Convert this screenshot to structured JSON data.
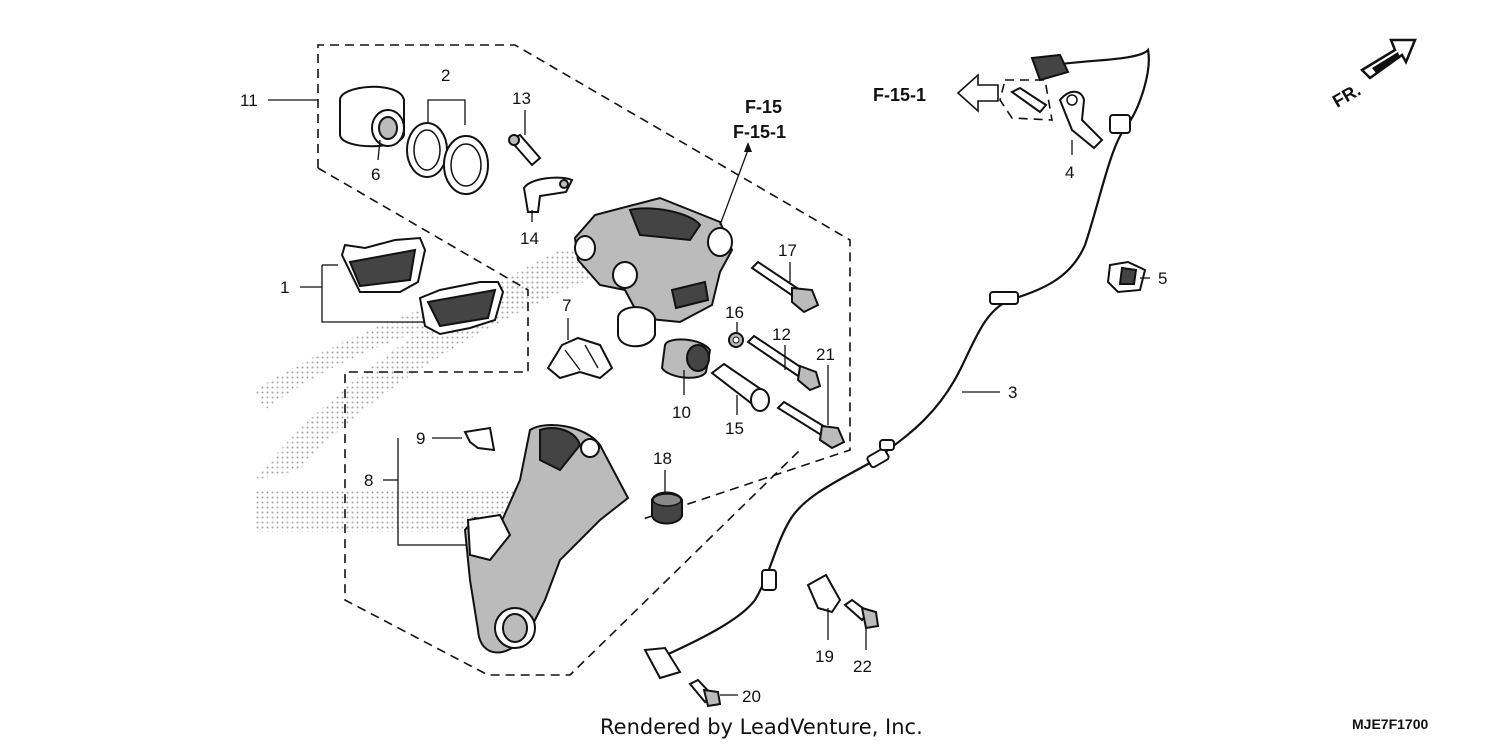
{
  "diagram": {
    "callouts": {
      "c1": "1",
      "c2": "2",
      "c3": "3",
      "c4": "4",
      "c5": "5",
      "c6": "6",
      "c7": "7",
      "c8": "8",
      "c9": "9",
      "c10": "10",
      "c11": "11",
      "c12": "12",
      "c13": "13",
      "c14": "14",
      "c15": "15",
      "c16": "16",
      "c17": "17",
      "c18": "18",
      "c19": "19",
      "c20": "20",
      "c21": "21",
      "c22": "22"
    },
    "references": {
      "ref_f15": "F-15",
      "ref_f151_caliper": "F-15-1",
      "ref_f151_arrow": "F-15-1"
    },
    "direction_label": "FR.",
    "credit": "Rendered by LeadVenture, Inc.",
    "diagram_code": "MJE7F1700"
  }
}
